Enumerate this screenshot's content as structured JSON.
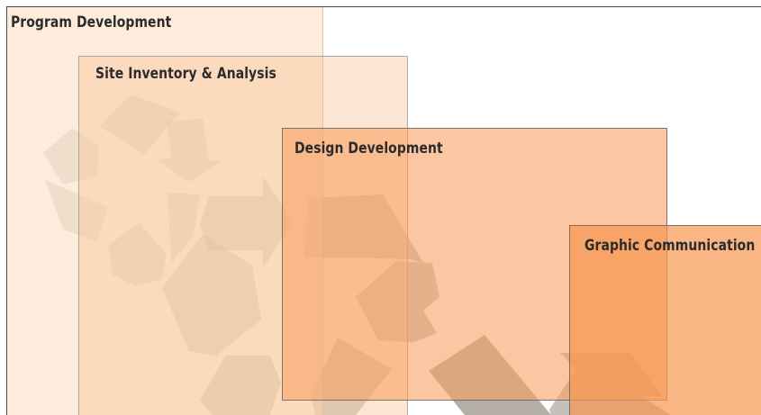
{
  "diagram": {
    "panels": [
      {
        "label": "Program Development"
      },
      {
        "label": "Site Inventory & Analysis"
      },
      {
        "label": "Design Development"
      },
      {
        "label": "Graphic Communication"
      }
    ],
    "colors": {
      "program": "#FCDCBE",
      "site": "#F8C69B",
      "design": "#F6A264",
      "graphic": "#F69650",
      "recycle_arrows": "#8C8278"
    },
    "decoration": {
      "background_icon": "recycle-arrows-icon"
    }
  }
}
